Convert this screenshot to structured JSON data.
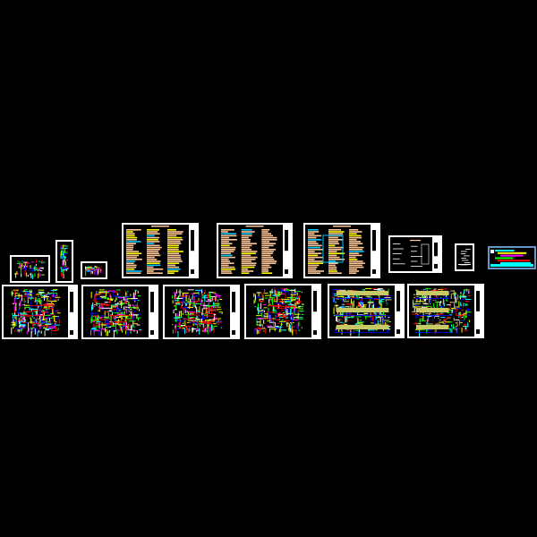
{
  "drawing": {
    "background": "#000000",
    "frame_color": "#ffffff",
    "palette": {
      "plan": [
        "#00ff00",
        "#ffff00",
        "#ffffff",
        "#0000ff",
        "#ff0000",
        "#ff00ff",
        "#00ffff",
        "#ccff00"
      ],
      "notes": [
        "#ffc896",
        "#ffff00",
        "#00c8ff"
      ],
      "elevation": [
        "#00ff00",
        "#ffff00",
        "#c8c864",
        "#ff0000",
        "#0000ff",
        "#ffffff",
        "#00ffff"
      ],
      "legend": [
        "#00ffff",
        "#ffff00",
        "#ff00ff",
        "#00ff00",
        "#ff0000"
      ],
      "legend_frame": "#6496c8"
    },
    "sheets": [
      {
        "id": "detail-small-1",
        "kind": "detail"
      },
      {
        "id": "detail-small-2",
        "kind": "detail"
      },
      {
        "id": "detail-small-3",
        "kind": "detail"
      },
      {
        "id": "design-notes-1",
        "kind": "notes"
      },
      {
        "id": "design-notes-2",
        "kind": "notes"
      },
      {
        "id": "design-notes-3",
        "kind": "notes-diagram"
      },
      {
        "id": "drawing-index",
        "kind": "index"
      },
      {
        "id": "cover",
        "kind": "cover"
      },
      {
        "id": "legend-table",
        "kind": "legend"
      },
      {
        "id": "floor-plan-1",
        "kind": "plan"
      },
      {
        "id": "floor-plan-2",
        "kind": "plan"
      },
      {
        "id": "floor-plan-3",
        "kind": "plan"
      },
      {
        "id": "roof-plan",
        "kind": "plan"
      },
      {
        "id": "elevations",
        "kind": "elevation"
      },
      {
        "id": "sections-details",
        "kind": "section"
      }
    ]
  }
}
